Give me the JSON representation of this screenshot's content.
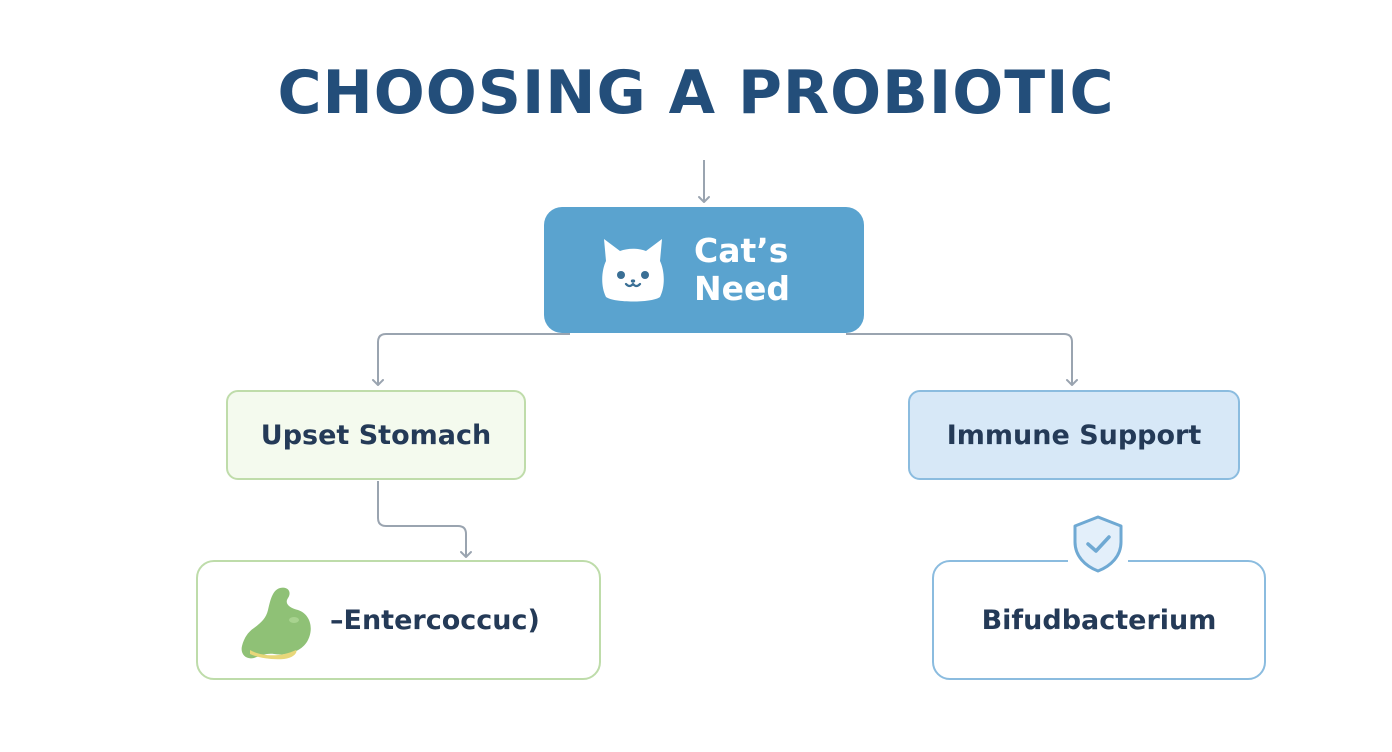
{
  "title": "CHOOSING A PROBIOTIC",
  "root": {
    "label": "Cat’s\nNeed",
    "icon": "cat-face-icon"
  },
  "branches": [
    {
      "label": "Upset Stomach",
      "result": "–Entercoccuc)",
      "result_icon": "stomach-icon",
      "color": "#bfdcaa"
    },
    {
      "label": "Immune Support",
      "result": "Bifudbacterium",
      "result_icon": "shield-check-icon",
      "color": "#8bbcdf"
    }
  ],
  "colors": {
    "title": "#234e7a",
    "root_fill": "#5aa3cf",
    "connector": "#9aa4b0",
    "green_border": "#bfdcaa",
    "blue_border": "#8bbcdf",
    "blue_fill": "#d7e8f7",
    "green_fill": "#f4faee"
  }
}
